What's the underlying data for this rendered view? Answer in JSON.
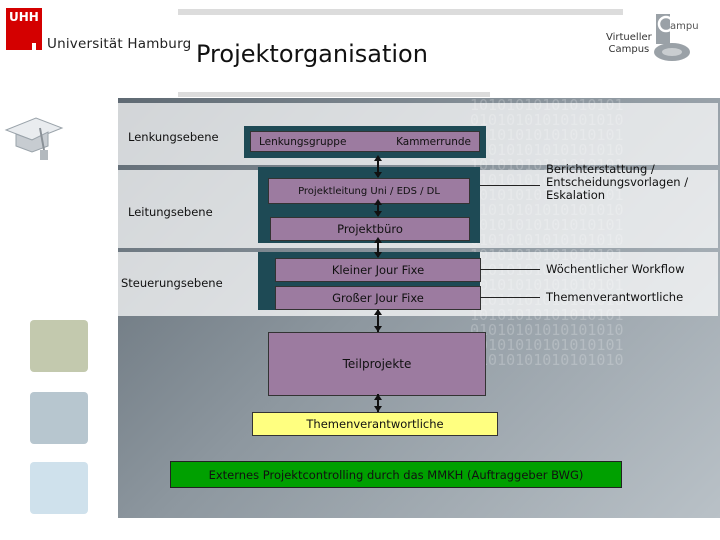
{
  "header": {
    "uhh_mark": "UHH",
    "university": "Universität Hamburg",
    "title": "Projektorganisation",
    "vc_line1": "Virtueller",
    "vc_line2": "Campus",
    "vc_logo_word": "ampus"
  },
  "levels": {
    "lenkung": "Lenkungsebene",
    "leitung": "Leitungsebene",
    "steuerung": "Steuerungsebene"
  },
  "boxes": {
    "lenkungsgruppe": "Lenkungsgruppe",
    "kammerrunde": "Kammerrunde",
    "projektleitung": "Projektleitung Uni / EDS / DL",
    "projektbuero": "Projektbüro",
    "kleiner_jour_fixe": "Kleiner Jour Fixe",
    "grosser_jour_fixe": "Großer Jour Fixe",
    "teilprojekte": "Teilprojekte",
    "themenverantwortliche": "Themenverantwortliche",
    "controlling": "Externes Projektcontrolling durch das MMKH (Auftraggeber BWG)"
  },
  "notes": {
    "bericht_line1": "Berichterstattung /",
    "bericht_line2": "Entscheidungsvorlagen /",
    "bericht_line3": "Eskalation",
    "woechentlich": "Wöchentlicher Workflow",
    "themen": "Themenverantwortliche"
  },
  "colors": {
    "box_purple": "#9c7ba0",
    "box_yellow": "#ffff80",
    "box_green": "#00a000",
    "band_dark": "#1e4a55",
    "brand_red": "#d40000"
  }
}
